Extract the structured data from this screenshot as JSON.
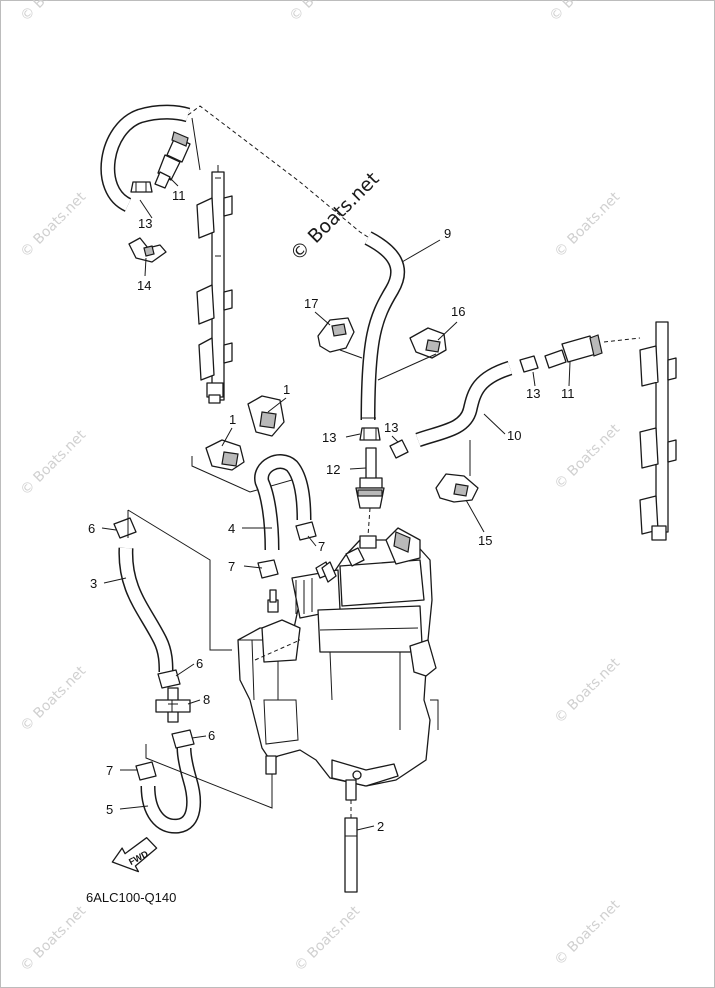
{
  "diagram_code": "6ALC100-Q140",
  "center_watermark": "© Boats.net",
  "watermark_text": "© Boats.net",
  "fwd_label": "FWD",
  "callouts": {
    "p1a": "1",
    "p1b": "1",
    "p2": "2",
    "p3": "3",
    "p4": "4",
    "p5": "5",
    "p6a": "6",
    "p6b": "6",
    "p6c": "6",
    "p7a": "7",
    "p7b": "7",
    "p7c": "7",
    "p8": "8",
    "p9": "9",
    "p10": "10",
    "p11a": "11",
    "p11b": "11",
    "p12": "12",
    "p13a": "13",
    "p13b": "13",
    "p13c": "13",
    "p13d": "13",
    "p14": "14",
    "p15": "15",
    "p16": "16",
    "p17": "17"
  }
}
